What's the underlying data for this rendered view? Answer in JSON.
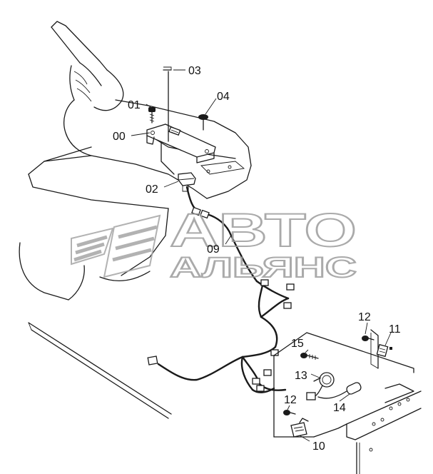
{
  "labels": {
    "p00": "00",
    "p01": "01",
    "p02": "02",
    "p03": "03",
    "p04": "04",
    "p09": "09",
    "p10": "10",
    "p11": "11",
    "p12a": "12",
    "p12b": "12",
    "p13": "13",
    "p14": "14",
    "p15": "15"
  },
  "watermark": {
    "line1": "АВТО",
    "line2": "АЛЬЯНС"
  }
}
